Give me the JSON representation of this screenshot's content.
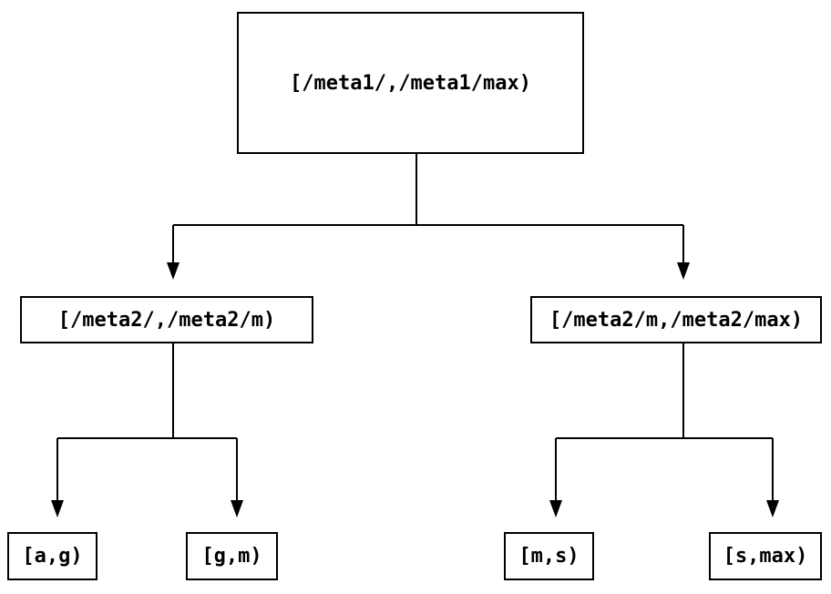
{
  "diagram": {
    "type": "tree",
    "description": "Binary interval-partition tree, three levels",
    "nodes": {
      "root": {
        "label": "[/meta1/,/meta1/max)"
      },
      "level2": [
        {
          "label": "[/meta2/,/meta2/m)",
          "parent": "root"
        },
        {
          "label": "[/meta2/m,/meta2/max)",
          "parent": "root"
        }
      ],
      "leaves": [
        {
          "label": "[a,g)",
          "parent": "[/meta2/,/meta2/m)"
        },
        {
          "label": "[g,m)",
          "parent": "[/meta2/,/meta2/m)"
        },
        {
          "label": "[m,s)",
          "parent": "[/meta2/m,/meta2/max)"
        },
        {
          "label": "[s,max)",
          "parent": "[/meta2/m,/meta2/max)"
        }
      ]
    },
    "colors": {
      "background": "#ffffff",
      "box_fill": "#ffffff",
      "box_border": "#000000",
      "line": "#000000",
      "text": "#000000"
    }
  }
}
